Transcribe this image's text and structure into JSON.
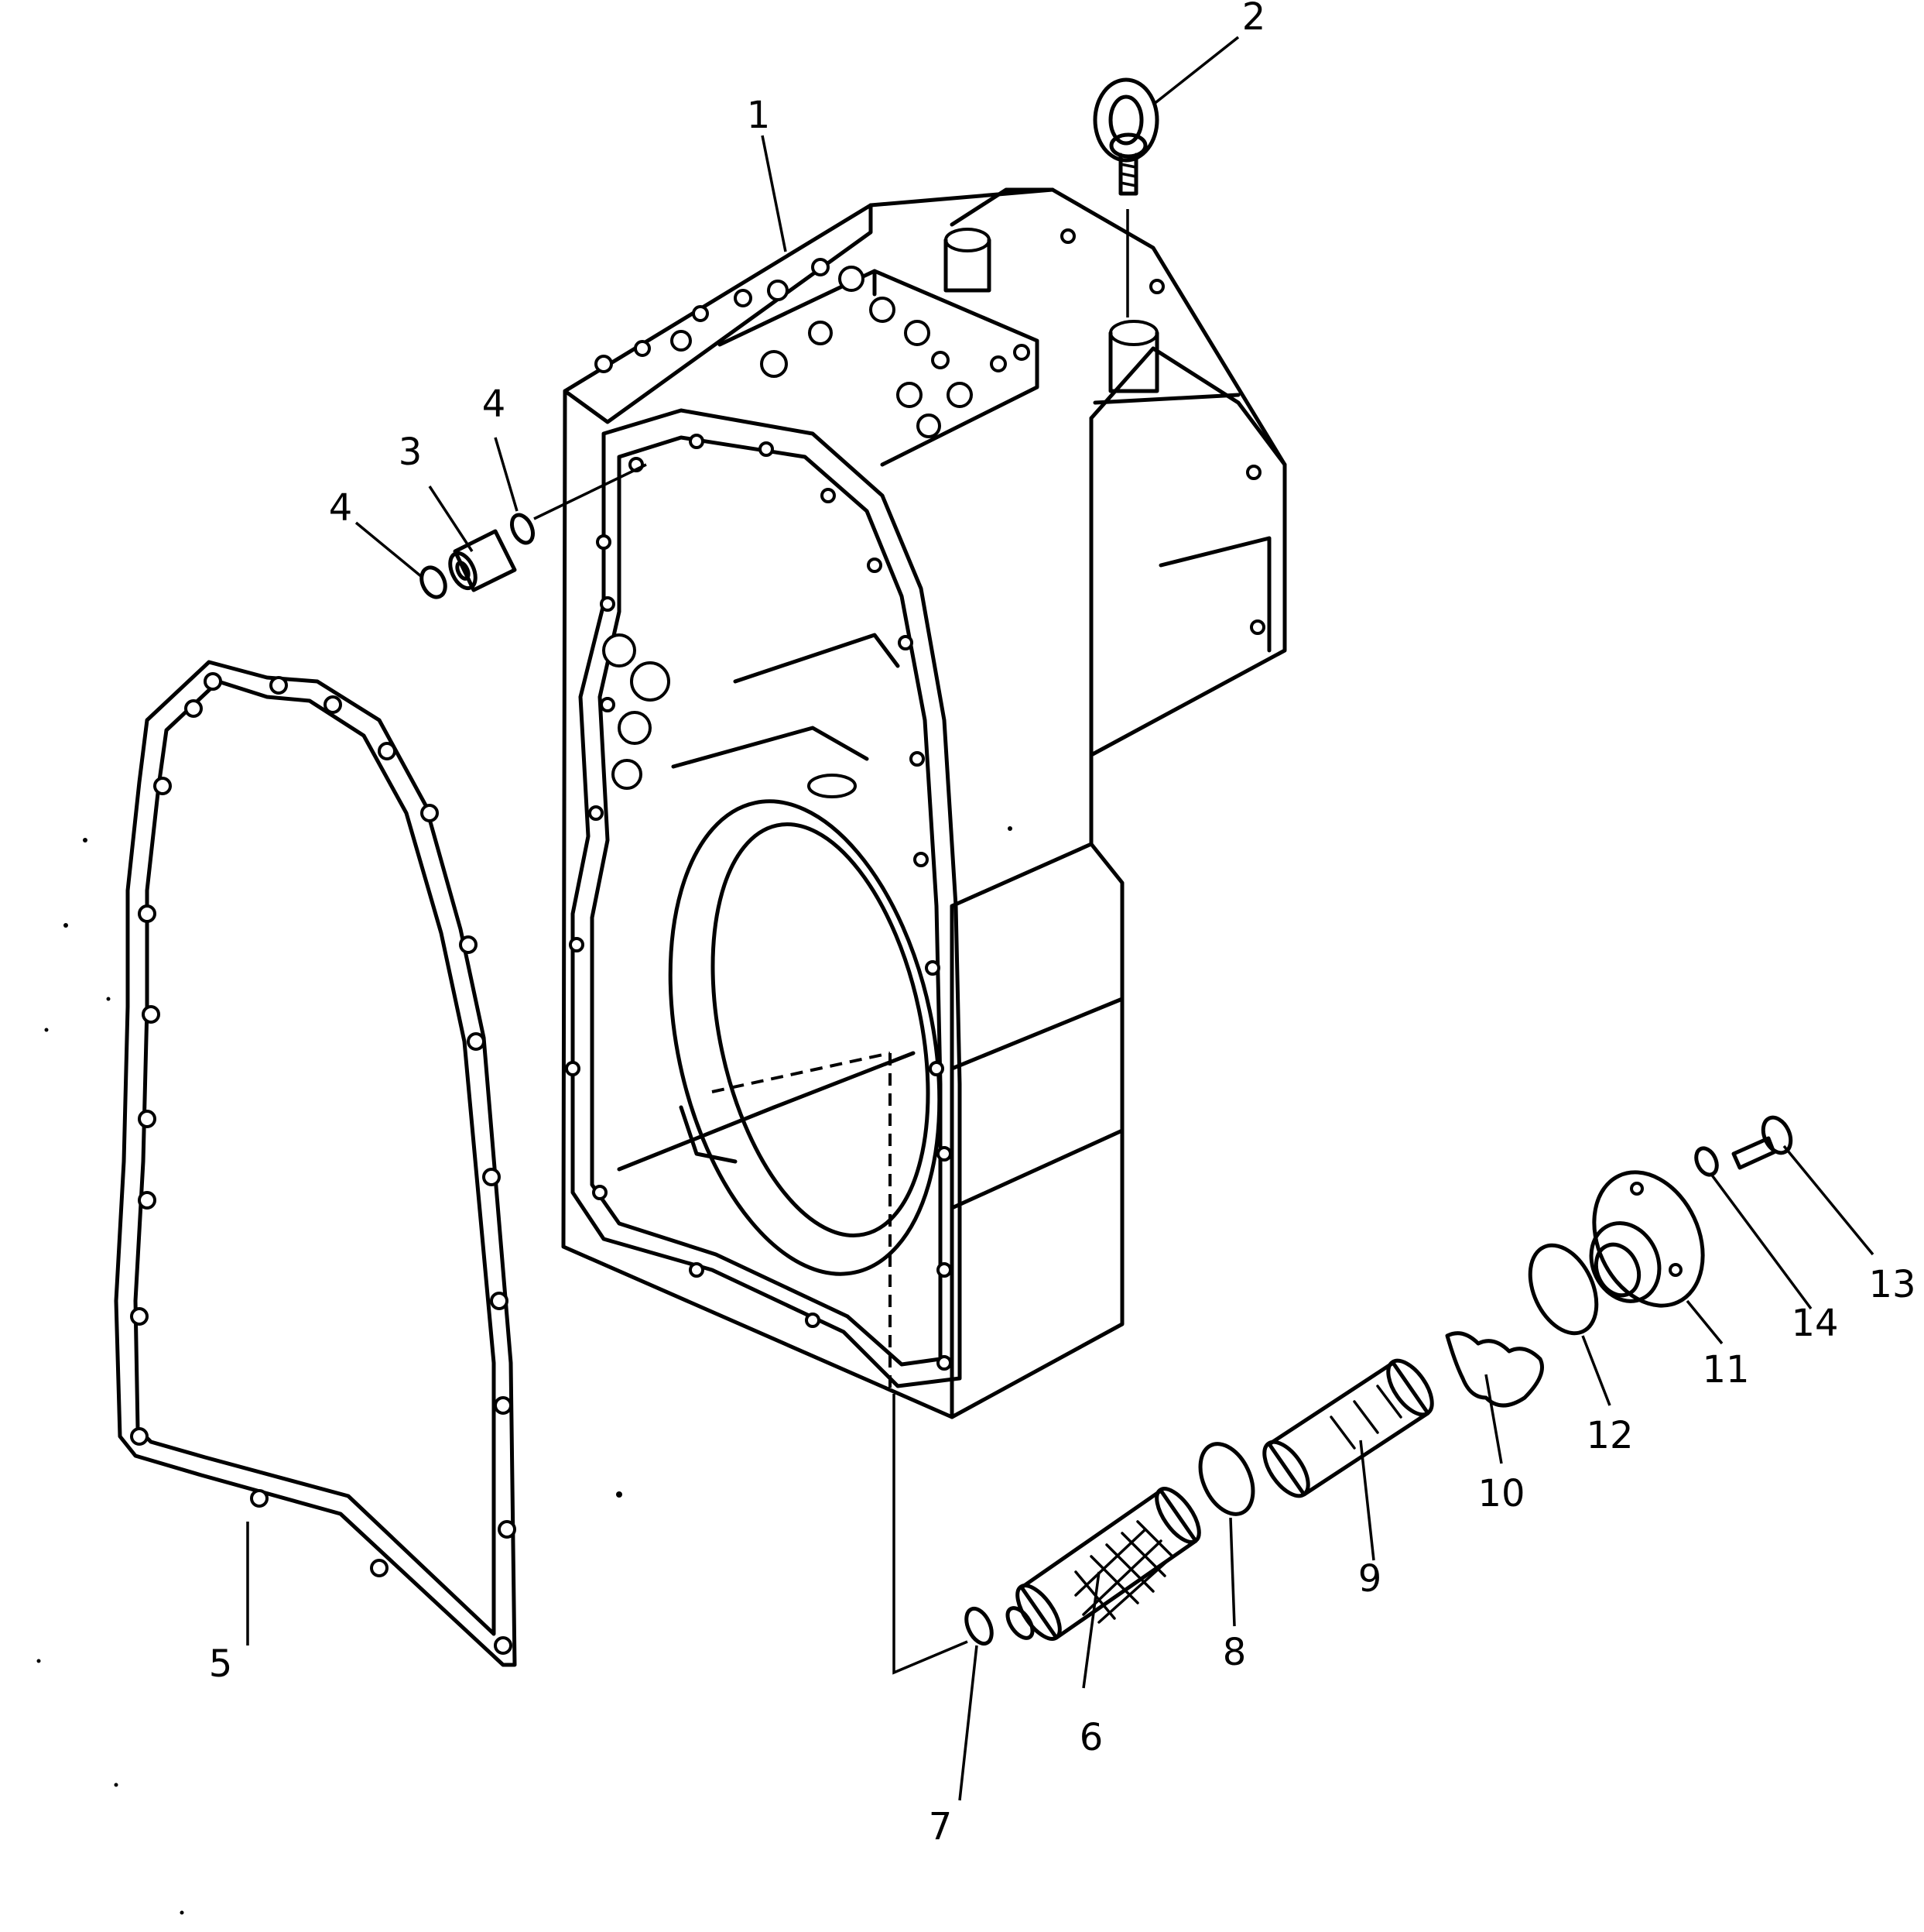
{
  "diagram": {
    "callouts": [
      "1",
      "2",
      "3",
      "4",
      "4",
      "5",
      "6",
      "7",
      "8",
      "9",
      "10",
      "11",
      "12",
      "13",
      "14"
    ]
  }
}
